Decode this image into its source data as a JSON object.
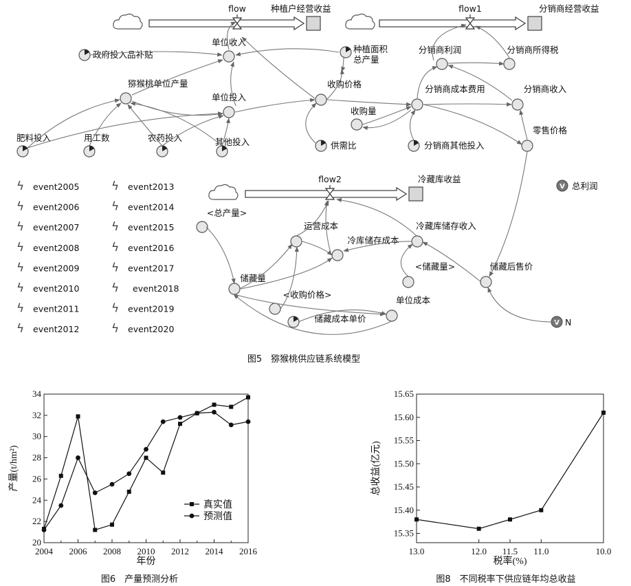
{
  "model": {
    "caption": "图5　猕猴桃供应链系统模型",
    "flows": [
      {
        "id": "flow",
        "label": "flow",
        "stock": "种植户经营收益"
      },
      {
        "id": "flow1",
        "label": "flow1",
        "stock": "分销商经营收益"
      },
      {
        "id": "flow2",
        "label": "flow2",
        "stock": "冷藏库收益"
      }
    ],
    "variables": [
      {
        "id": "gov",
        "label": "政府投入品补贴"
      },
      {
        "id": "area",
        "label": "种植面积"
      },
      {
        "id": "total_output",
        "label": "总产量"
      },
      {
        "id": "unit_income",
        "label": "单位收入"
      },
      {
        "id": "unit_yield",
        "label": "猕猴桃单位产量"
      },
      {
        "id": "unit_input",
        "label": "单位投入"
      },
      {
        "id": "purchase_price",
        "label": "收购价格"
      },
      {
        "id": "purchase_qty",
        "label": "收购量"
      },
      {
        "id": "supply_demand",
        "label": "供需比"
      },
      {
        "id": "fertilizer",
        "label": "肥料投入"
      },
      {
        "id": "labor",
        "label": "用工数"
      },
      {
        "id": "pesticide",
        "label": "农药投入"
      },
      {
        "id": "other_input",
        "label": "其他投入"
      },
      {
        "id": "dist_profit",
        "label": "分销商利润"
      },
      {
        "id": "dist_tax",
        "label": "分销商所得税"
      },
      {
        "id": "dist_cost",
        "label": "分销商成本费用"
      },
      {
        "id": "dist_income",
        "label": "分销商收入"
      },
      {
        "id": "retail_price",
        "label": "零售价格"
      },
      {
        "id": "dist_other",
        "label": "分销商其他投入"
      },
      {
        "id": "total_profit",
        "label": "总利润"
      },
      {
        "id": "total_output_ref",
        "label": "<总产量>"
      },
      {
        "id": "op_cost",
        "label": "运营成本"
      },
      {
        "id": "cold_store_income",
        "label": "冷藏库储存收入"
      },
      {
        "id": "cold_store_cost",
        "label": "冷库储存成本"
      },
      {
        "id": "storage_qty_ref",
        "label": "<储藏量>"
      },
      {
        "id": "storage_qty",
        "label": "储藏量"
      },
      {
        "id": "purchase_price_ref",
        "label": "<收购价格>"
      },
      {
        "id": "unit_cost",
        "label": "单位成本"
      },
      {
        "id": "after_storage_price",
        "label": "储藏后售价"
      },
      {
        "id": "storage_unit_cost",
        "label": "储藏成本单价"
      },
      {
        "id": "n",
        "label": "N"
      }
    ],
    "events_col1": [
      "event2005",
      "event2006",
      "event2007",
      "event2008",
      "event2009",
      "event2010",
      "event2011",
      "event2012"
    ],
    "events_col2": [
      "event2013",
      "event2014",
      "event2015",
      "event2016",
      "event2017",
      "event2018",
      "event2019",
      "event2020"
    ]
  },
  "chart_data": [
    {
      "type": "line",
      "title": "",
      "caption": "图6　产量预测分析",
      "xlabel": "年份",
      "ylabel": "产量(t/hm²)",
      "x": [
        2004,
        2005,
        2006,
        2007,
        2008,
        2009,
        2010,
        2011,
        2012,
        2013,
        2014,
        2015,
        2016
      ],
      "xlim": [
        2004,
        2016
      ],
      "ylim": [
        20,
        34
      ],
      "xticks": [
        2004,
        2006,
        2008,
        2010,
        2012,
        2014,
        2016
      ],
      "yticks": [
        20,
        22,
        24,
        26,
        28,
        30,
        32,
        34
      ],
      "legend": "center-right",
      "grid": false,
      "series": [
        {
          "name": "真实值",
          "marker": "square",
          "values": [
            21.3,
            26.3,
            31.9,
            21.2,
            21.7,
            24.8,
            28.0,
            26.6,
            31.2,
            32.2,
            33.0,
            32.8,
            33.7
          ]
        },
        {
          "name": "预测值",
          "marker": "circle",
          "values": [
            21.2,
            23.5,
            28.0,
            24.7,
            25.5,
            26.5,
            28.8,
            31.4,
            31.8,
            32.2,
            32.3,
            31.1,
            31.4
          ]
        }
      ]
    },
    {
      "type": "line",
      "title": "",
      "caption": "图8　不同税率下供应链年均总收益",
      "xlabel": "税率(%)",
      "ylabel": "总收益(亿元)",
      "x": [
        13.0,
        12.0,
        11.5,
        11.0,
        10.0
      ],
      "xticks": [
        "13.0",
        "12.0",
        "11.5",
        "11.0",
        "10.0"
      ],
      "xlim": [
        13.0,
        10.0
      ],
      "ylim": [
        15.33,
        15.65
      ],
      "yticks": [
        "15.35",
        "15.40",
        "15.45",
        "15.50",
        "15.55",
        "15.60",
        "15.65"
      ],
      "grid": false,
      "series": [
        {
          "marker": "square",
          "values": [
            15.38,
            15.36,
            15.38,
            15.4,
            15.61
          ]
        }
      ]
    }
  ]
}
